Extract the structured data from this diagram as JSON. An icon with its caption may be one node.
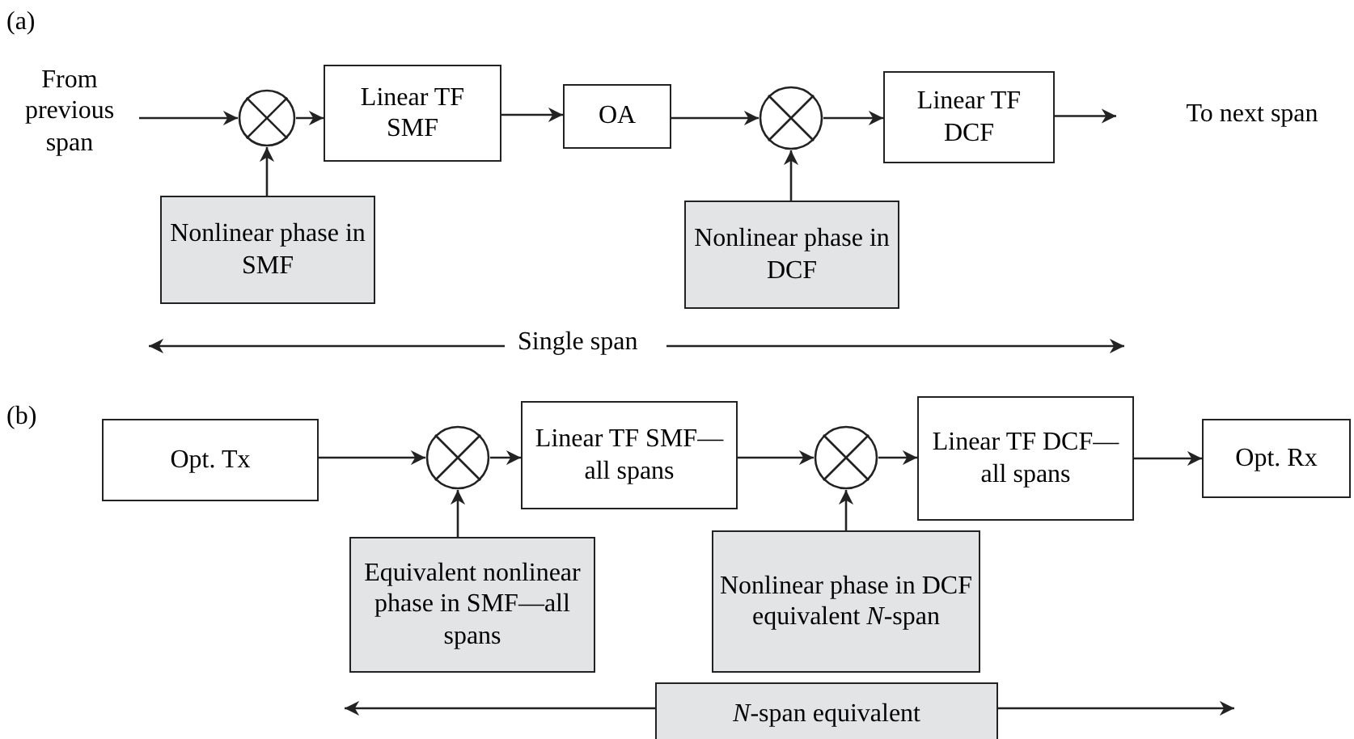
{
  "diagram": {
    "nodes": [
      {
        "text": [
          "From previous span"
        ]
      },
      {
        "text": [],
        "shape": "circle"
      },
      {
        "text": [
          "Linear TF SMF"
        ]
      },
      {
        "text": [
          "OA"
        ]
      },
      {
        "text": [],
        "shape": "circle"
      },
      {
        "text": [
          "Linear TF DCF"
        ]
      },
      {
        "text": [
          "To next span"
        ]
      },
      {
        "text": [
          "Nonlinear phase in SMF"
        ]
      },
      {
        "text": [
          "Nonlinear phase in DCF"
        ]
      },
      {
        "text": [
          "Opt. Tx"
        ]
      },
      {
        "text": [],
        "shape": "circle"
      },
      {
        "text": [
          "Linear TF SMF—all spans"
        ]
      },
      {
        "text": [],
        "shape": "circle"
      },
      {
        "text": [
          "Linear TF DCF—all spans"
        ]
      },
      {
        "text": [
          "Opt. Rx"
        ]
      },
      {
        "text": [
          "Equivalent nonlinear phase in SMF—all spans"
        ]
      },
      {
        "text": [
          "Nonlinear phase in DCF equivalent *N*-span"
        ]
      },
      {
        "text": [
          "*N*-span equivalent"
        ]
      }
    ],
    "edges": [
      {
        "from": 0,
        "to": 1,
        "arrow": "to"
      },
      {
        "from": 1,
        "to": 2,
        "arrow": "to"
      },
      {
        "from": 2,
        "to": 3,
        "arrow": "to"
      },
      {
        "from": 3,
        "to": 4,
        "arrow": "to"
      },
      {
        "from": 4,
        "to": 5,
        "arrow": "to"
      },
      {
        "from": 5,
        "to": 6,
        "arrow": "to"
      },
      {
        "from": 7,
        "to": 1,
        "arrow": "to"
      },
      {
        "from": 8,
        "to": 4,
        "arrow": "to"
      },
      {
        "from": 9,
        "to": 10,
        "arrow": "to"
      },
      {
        "from": 10,
        "to": 11,
        "arrow": "to"
      },
      {
        "from": 11,
        "to": 12,
        "arrow": "to"
      },
      {
        "from": 12,
        "to": 13,
        "arrow": "to"
      },
      {
        "from": 13,
        "to": 14,
        "arrow": "to"
      },
      {
        "from": 15,
        "to": 10,
        "arrow": "to"
      },
      {
        "from": 16,
        "to": 12,
        "arrow": "to"
      }
    ],
    "labels": [
      "(a)",
      "Single span",
      "(b)"
    ]
  }
}
